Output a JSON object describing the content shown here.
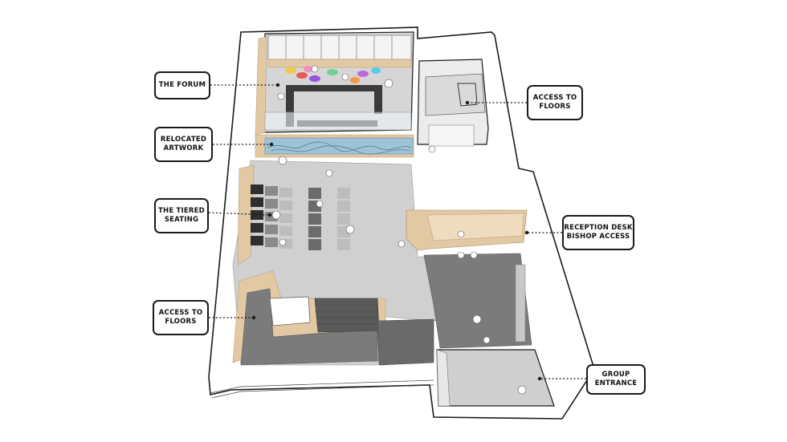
{
  "labels": {
    "forum": "THE FORUM",
    "artwork": "RELOCATED\nARTWORK",
    "seating": "THE TIERED\nSEATING",
    "access_left": "ACCESS TO\nFLOORS",
    "access_right": "ACCESS TO\nFLOORS",
    "reception": "RECEPTION DESK\nBISHOP ACCESS",
    "group": "GROUP\nENTRANCE"
  },
  "colors": {
    "carpet_dark": "#7b7b7b",
    "carpet_light": "#cfcfcf",
    "timber": "#e2c9a3",
    "wall": "#ffffff",
    "floor": "#d2d2d2",
    "artwork": "#9ec3d6",
    "outline": "#1a1a1a"
  }
}
